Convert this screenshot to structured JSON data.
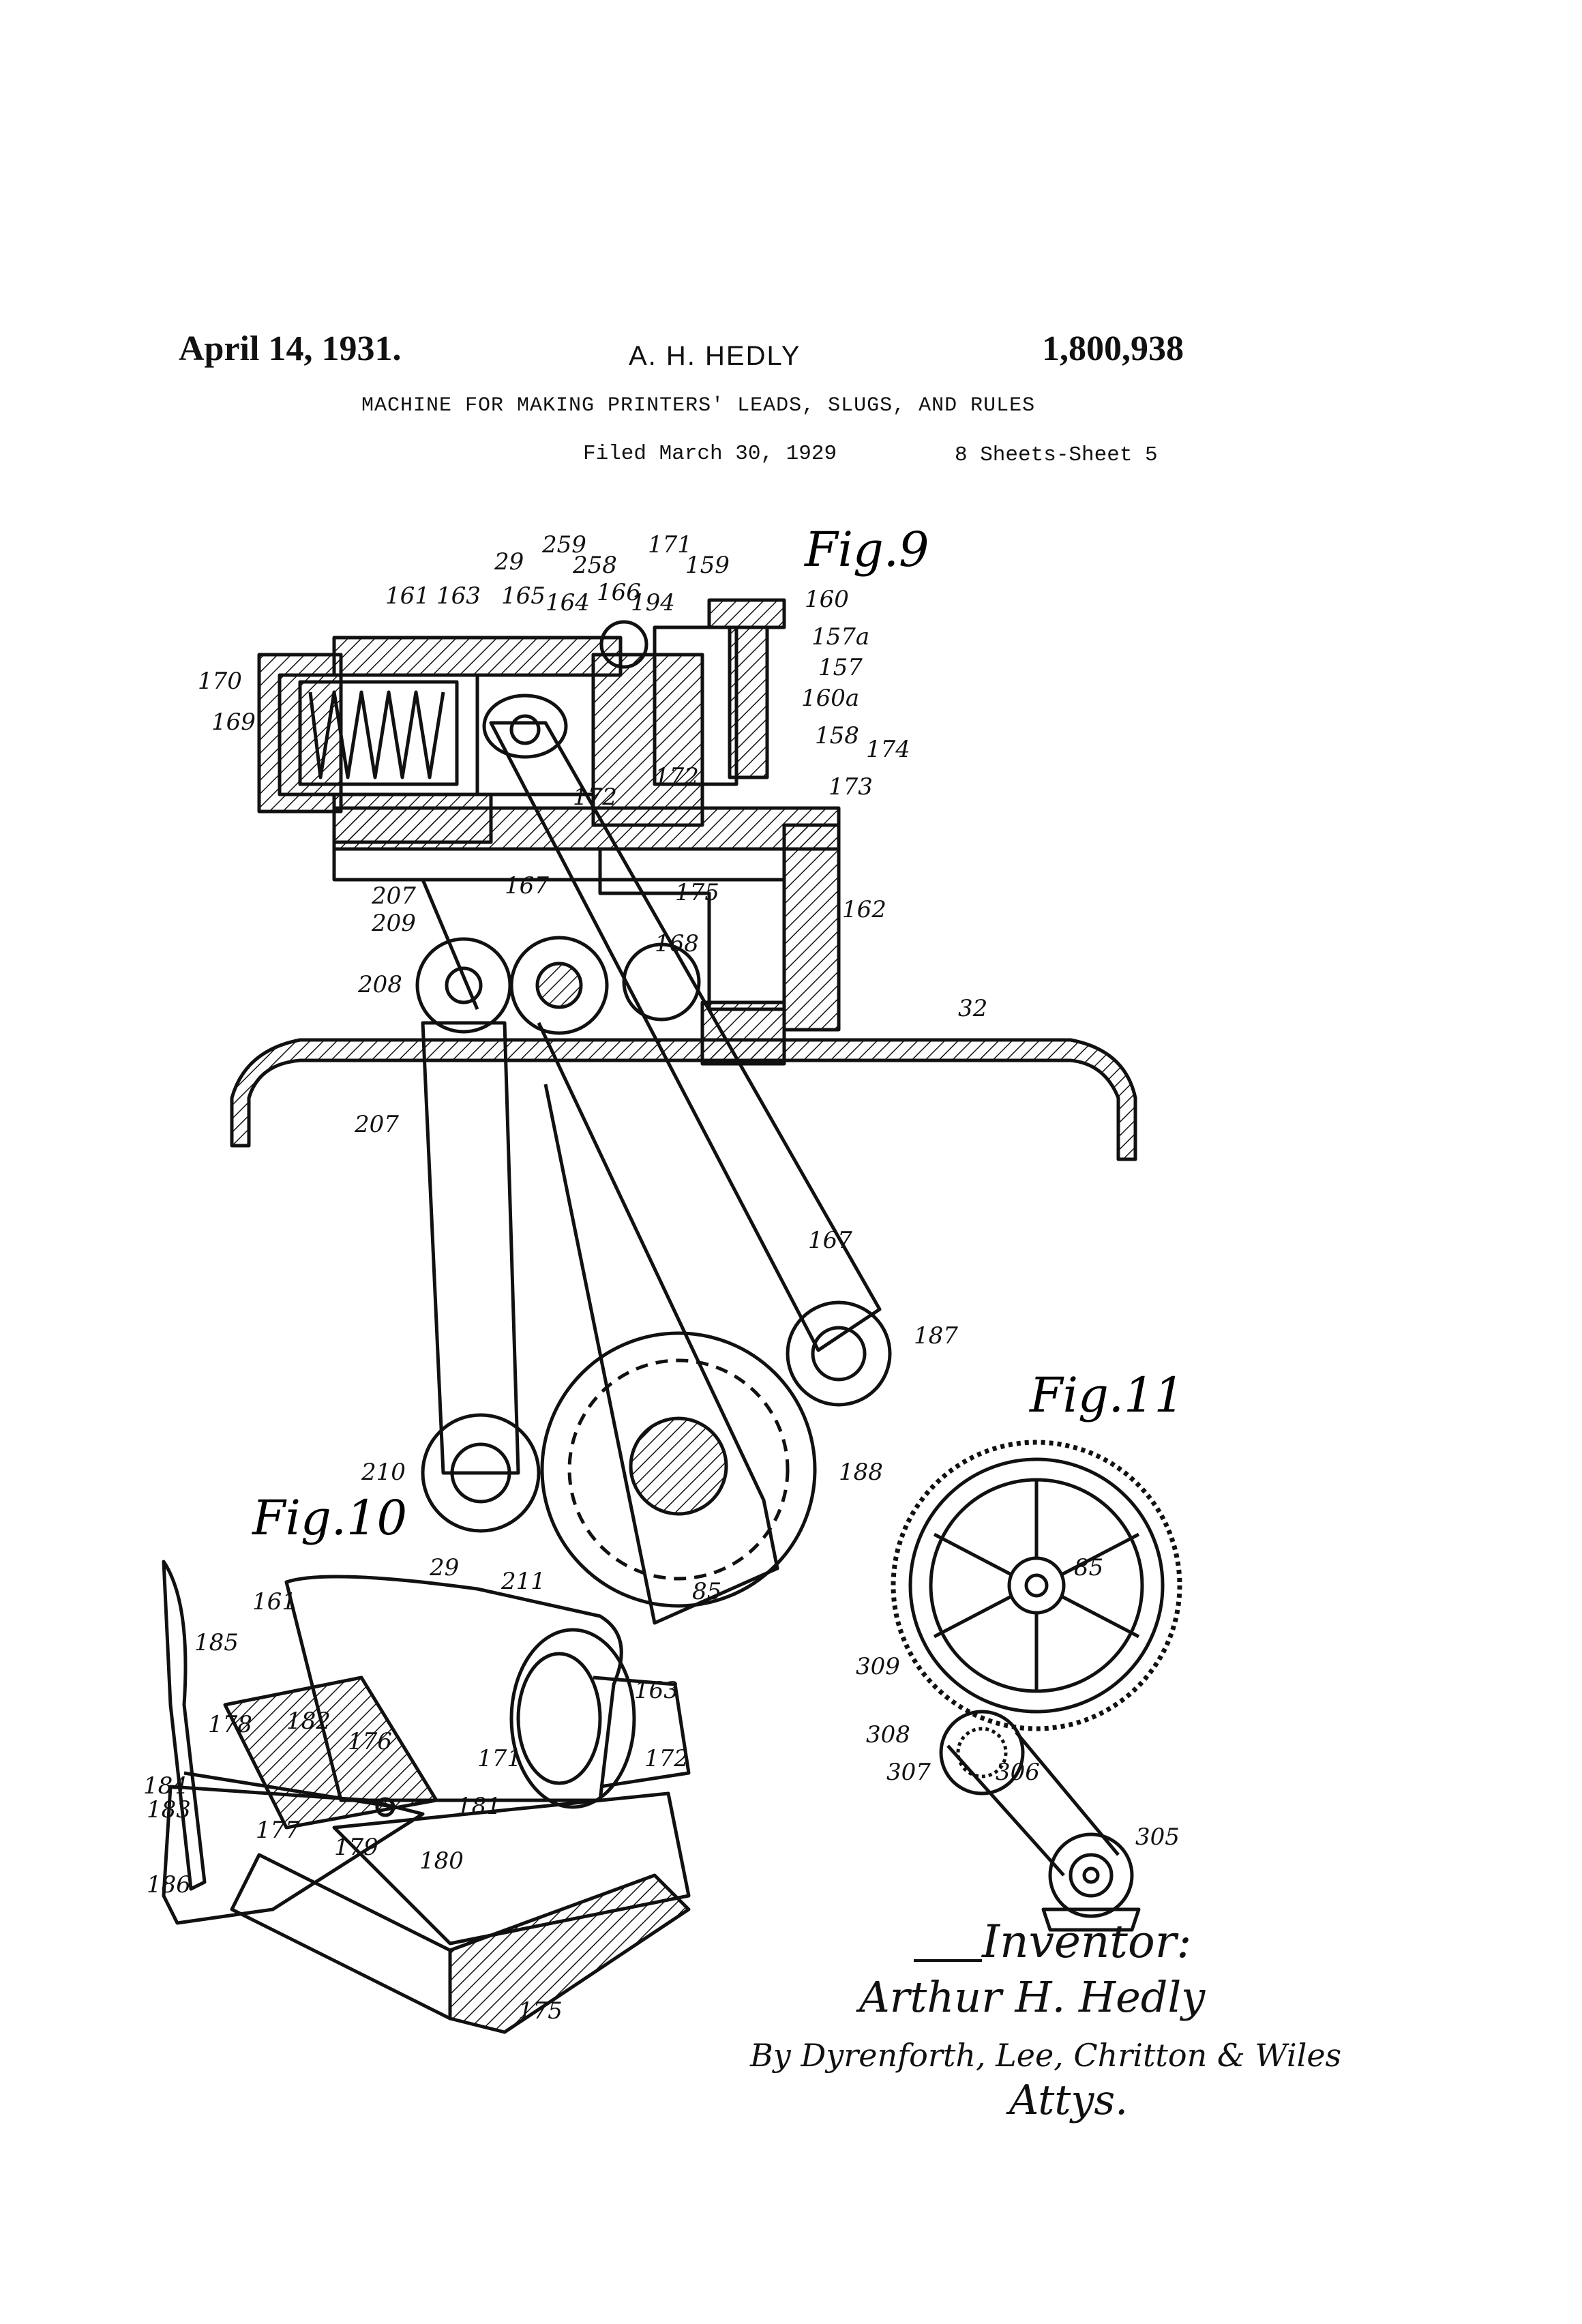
{
  "header": {
    "date": "April 14, 1931.",
    "inventor_name": "A. H. HEDLY",
    "patent_number": "1,800,938",
    "title": "MACHINE FOR MAKING PRINTERS' LEADS, SLUGS, AND RULES",
    "filed": "Filed March 30, 1929",
    "sheets": "8 Sheets-Sheet 5"
  },
  "figures": {
    "fig9": "Fig.9",
    "fig10": "Fig.10",
    "fig11": "Fig.11"
  },
  "refs_fig9": [
    "259",
    "258",
    "171",
    "159",
    "29",
    "161",
    "163",
    "165",
    "164",
    "166",
    "194",
    "160",
    "157a",
    "157",
    "170",
    "160a",
    "169",
    "158",
    "174",
    "173",
    "172",
    "172",
    "175",
    "162",
    "167",
    "207",
    "209",
    "168",
    "208",
    "32",
    "207",
    "167",
    "187",
    "210",
    "188",
    "85",
    "211"
  ],
  "refs_fig10": [
    "29",
    "161",
    "185",
    "163",
    "178",
    "182",
    "176",
    "171",
    "172",
    "184",
    "183",
    "177",
    "181",
    "179",
    "180",
    "186",
    "175"
  ],
  "refs_fig11": [
    "85",
    "309",
    "308",
    "307",
    "306",
    "305"
  ],
  "signature": {
    "caption": "Inventor:",
    "name": "Arthur H. Hedly",
    "attorneys": "By Dyrenforth, Lee, Chritton & Wiles",
    "atty": "Attys."
  }
}
